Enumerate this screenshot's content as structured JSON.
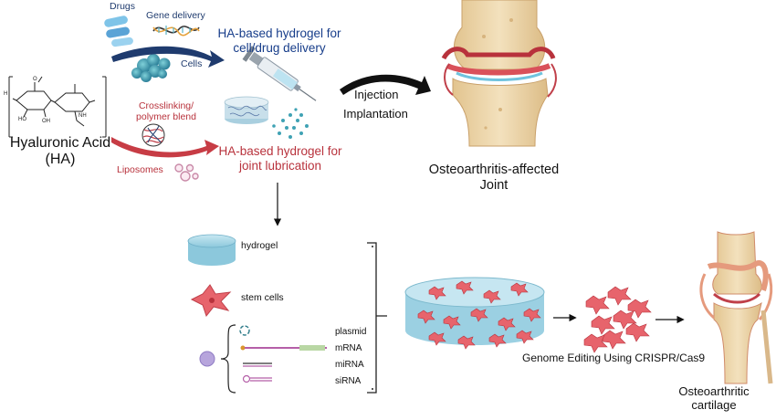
{
  "ha": {
    "name": "Hyaluronic Acid\n(HA)"
  },
  "delivery": {
    "drugs": "Drugs",
    "gene": "Gene delivery",
    "cells": "Cells",
    "hydrogel_title": "HA-based hydrogel for\ncell/drug delivery"
  },
  "lubrication": {
    "crosslinking": "Crosslinking/\npolymer blend",
    "liposomes": "Liposomes",
    "hydrogel_title": "HA-based hydrogel for\njoint lubrication"
  },
  "procedure": {
    "injection": "Injection",
    "implantation": "Implantation"
  },
  "joint": {
    "label": "Osteoarthritis-affected\nJoint"
  },
  "components": {
    "hydrogel": "hydrogel",
    "stem_cells": "stem cells",
    "plasmid": "plasmid",
    "mrna": "mRNA",
    "mirna": "miRNA",
    "sirna": "siRNA"
  },
  "editing": {
    "label": "Genome Editing Using CRISPR/Cas9"
  },
  "cartilage": {
    "label": "Osteoarthritic\ncartilage"
  },
  "colors": {
    "navy": "#1f3b6e",
    "red": "#c0404a",
    "bone": "#e9d3a6",
    "cell_pink": "#e7646c",
    "hydrogel_blue": "#8fc9de"
  },
  "icons": [
    "ha-structure-icon",
    "drug-capsule-icon",
    "dna-helix-icon",
    "cell-cluster-icon",
    "syringe-icon",
    "hydrogel-disc-icon",
    "nanoparticle-dots-icon",
    "polymer-ball-icon",
    "liposome-icon",
    "knee-joint-icon",
    "stem-cell-icon",
    "nucleic-acid-icon",
    "cell-laden-hydrogel-icon",
    "edited-cell-cluster-icon",
    "knee-cartilage-icon"
  ]
}
